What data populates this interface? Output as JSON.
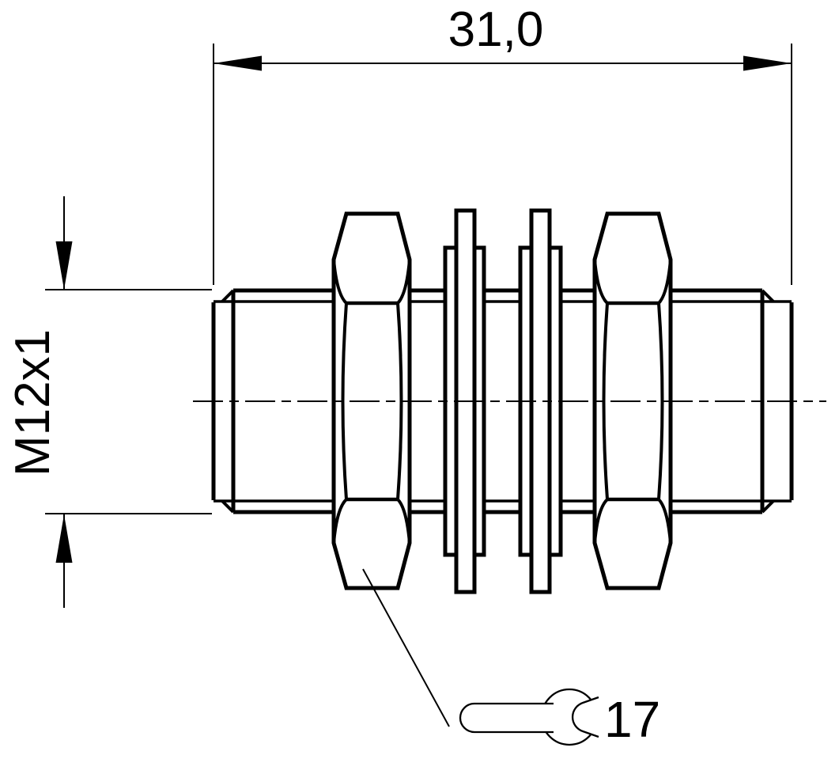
{
  "page": {
    "background_color": "#ffffff",
    "line_color": "#000000"
  },
  "dimensions": {
    "overall_length": {
      "value": "31,0"
    },
    "thread_spec": {
      "value": "M12x1"
    },
    "wrench_size": {
      "value": "17"
    }
  },
  "icons": {
    "wrench": "open-end-wrench-icon"
  }
}
